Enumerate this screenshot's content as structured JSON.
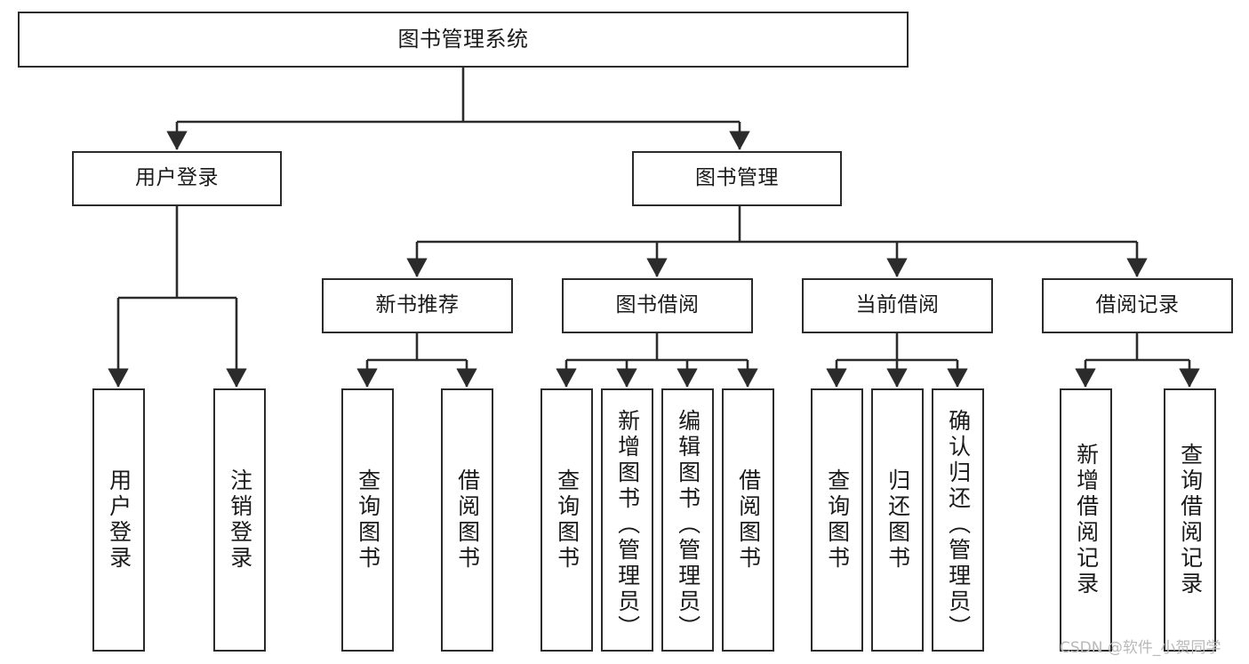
{
  "diagram": {
    "title": "图书管理系统",
    "type": "tree",
    "watermark": "CSDN @软件_小贺同学",
    "line_color": "#2b2b2b",
    "box_fill": "#ffffff",
    "text_color": "#1a1a1a"
  },
  "nodes": {
    "root": {
      "label": "图书管理系统",
      "level": 0
    },
    "level1": [
      {
        "id": "user-login",
        "label": "用户登录"
      },
      {
        "id": "book-manage",
        "label": "图书管理"
      }
    ],
    "level2": [
      {
        "id": "new-book-recommend",
        "label": "新书推荐",
        "parent": "book-manage"
      },
      {
        "id": "book-borrow",
        "label": "图书借阅",
        "parent": "book-manage"
      },
      {
        "id": "current-borrow",
        "label": "当前借阅",
        "parent": "book-manage"
      },
      {
        "id": "borrow-record",
        "label": "借阅记录",
        "parent": "book-manage"
      }
    ],
    "leaves": [
      {
        "id": "leaf-user-login",
        "label": "用户登录",
        "parent": "user-login"
      },
      {
        "id": "leaf-logout",
        "label": "注销登录",
        "parent": "user-login"
      },
      {
        "id": "leaf-query-book-1",
        "label": "查询图书",
        "parent": "new-book-recommend"
      },
      {
        "id": "leaf-borrow-book-1",
        "label": "借阅图书",
        "parent": "new-book-recommend"
      },
      {
        "id": "leaf-query-book-2",
        "label": "查询图书",
        "parent": "book-borrow"
      },
      {
        "id": "leaf-add-book",
        "label": "新增图书（管理员）",
        "parent": "book-borrow"
      },
      {
        "id": "leaf-edit-book",
        "label": "编辑图书（管理员）",
        "parent": "book-borrow"
      },
      {
        "id": "leaf-borrow-book-2",
        "label": "借阅图书",
        "parent": "book-borrow"
      },
      {
        "id": "leaf-query-book-3",
        "label": "查询图书",
        "parent": "current-borrow"
      },
      {
        "id": "leaf-return-book",
        "label": "归还图书",
        "parent": "current-borrow"
      },
      {
        "id": "leaf-confirm-return",
        "label": "确认归还（管理员）",
        "parent": "current-borrow"
      },
      {
        "id": "leaf-add-record",
        "label": "新增借阅记录",
        "parent": "borrow-record"
      },
      {
        "id": "leaf-query-record",
        "label": "查询借阅记录",
        "parent": "borrow-record"
      }
    ]
  }
}
